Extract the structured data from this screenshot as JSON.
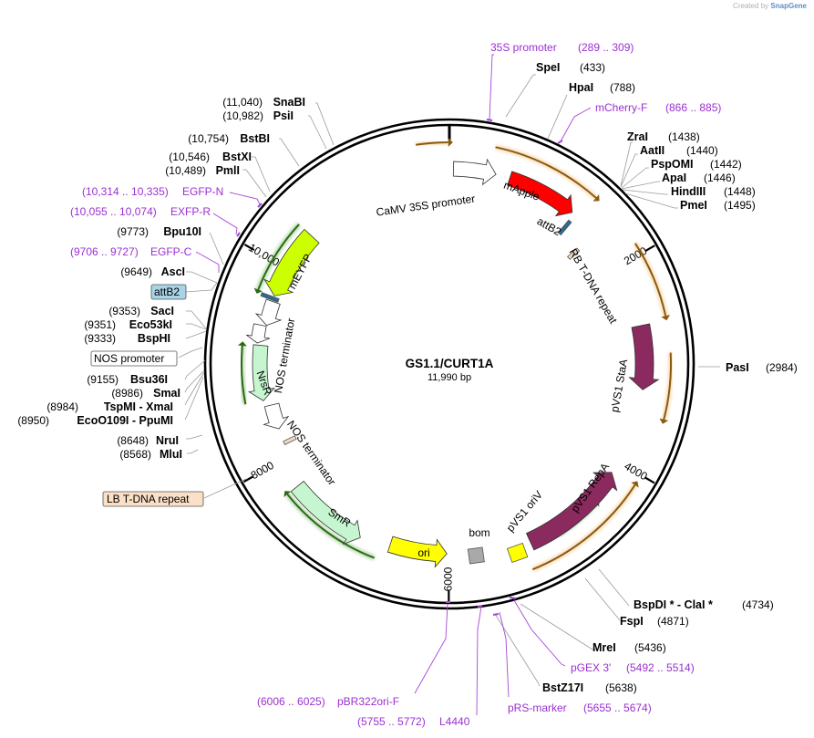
{
  "credit": {
    "prefix": "Created by",
    "brand": "SnapGene"
  },
  "plasmid": {
    "name": "GS1.1/CURT1A",
    "length": "11,990 bp",
    "total_bp": 11990
  },
  "ticks": [
    {
      "bp": 2000,
      "label": "2000"
    },
    {
      "bp": 4000,
      "label": "4000"
    },
    {
      "bp": 6000,
      "label": "6000"
    },
    {
      "bp": 8000,
      "label": "8000"
    },
    {
      "bp": 10000,
      "label": "10,000"
    }
  ],
  "features": [
    {
      "id": "mcherry-arrow",
      "name": "mApple",
      "start": 600,
      "end": 1300,
      "color": "#ff0000",
      "text_color": "#ffffff",
      "label_inside": true
    },
    {
      "id": "camv-35s",
      "name": "CaMV 35S promoter",
      "start": 40,
      "end": 460,
      "color": "#ffffff",
      "text_color": "#000000",
      "label_inside": false
    },
    {
      "id": "attb2-right",
      "name": "attB2",
      "start": 1320,
      "end": 1360,
      "color": "#2c6b8c",
      "text_color": "#000000",
      "label_inside": false
    },
    {
      "id": "rb-repeat",
      "name": "RB T-DNA repeat",
      "start": 1600,
      "end": 1625,
      "color": "#f6d8bd",
      "text_color": "#000000",
      "label_inside": false
    },
    {
      "id": "pvs1-staa",
      "name": "pVS1 StaA",
      "start": 2620,
      "end": 3250,
      "color": "#8b2a5f",
      "text_color": "#000000",
      "label_inside": false
    },
    {
      "id": "pvs1-repa",
      "name": "pVS1 RepA",
      "start": 4120,
      "end": 5180,
      "color": "#8b2a5f",
      "text_color": "#ffffff",
      "label_inside": true
    },
    {
      "id": "pvs1-oriv",
      "name": "pVS1 oriV",
      "start": 5240,
      "end": 5430,
      "color": "#ffff00",
      "text_color": "#000000",
      "label_inside": false
    },
    {
      "id": "bom",
      "name": "bom",
      "start": 5660,
      "end": 5800,
      "color": "#a9a9a9",
      "text_color": "#000000",
      "label_inside": false
    },
    {
      "id": "ori",
      "name": "ori",
      "start": 6020,
      "end": 6600,
      "color": "#ffff00",
      "text_color": "#000000",
      "label_inside": true
    },
    {
      "id": "smr",
      "name": "SmR",
      "start": 6900,
      "end": 7700,
      "color": "#c6f6cf",
      "text_color": "#000000",
      "label_inside": true
    },
    {
      "id": "lb-repeat",
      "name": "LB T-DNA repeat",
      "start": 8130,
      "end": 8155,
      "color": "#f6d8bd",
      "text_color": "#000000",
      "label_inside": false
    },
    {
      "id": "nos-term-2",
      "name": "NOS terminator",
      "start": 8300,
      "end": 8560,
      "color": "#ffffff",
      "text_color": "#000000",
      "label_inside": false
    },
    {
      "id": "nrsr",
      "name": "NrsR",
      "start": 8620,
      "end": 9180,
      "color": "#c6f6cf",
      "text_color": "#000000",
      "label_inside": true
    },
    {
      "id": "nos-promoter",
      "name": "NOS promoter",
      "start": 9200,
      "end": 9380,
      "color": "#ffffff",
      "text_color": "#000000",
      "label_inside": false
    },
    {
      "id": "nos-term-1",
      "name": "NOS terminator",
      "start": 9390,
      "end": 9640,
      "color": "#ffffff",
      "text_color": "#000000",
      "label_inside": false
    },
    {
      "id": "attb2-left",
      "name": "attB2",
      "start": 9650,
      "end": 9690,
      "color": "#2c6b8c",
      "text_color": "#000000",
      "label_inside": false
    },
    {
      "id": "meyfp",
      "name": "mEYFP",
      "start": 9700,
      "end": 10420,
      "color": "#ccff00",
      "text_color": "#000000",
      "label_inside": false
    }
  ],
  "site_labels": [
    {
      "name": "SpeI",
      "pos": "(433)",
      "primer": false
    },
    {
      "name": "HpaI",
      "pos": "(788)",
      "primer": false
    },
    {
      "name": "ZraI",
      "pos": "(1438)",
      "primer": false
    },
    {
      "name": "AatII",
      "pos": "(1440)",
      "primer": false
    },
    {
      "name": "PspOMI",
      "pos": "(1442)",
      "primer": false
    },
    {
      "name": "ApaI",
      "pos": "(1446)",
      "primer": false
    },
    {
      "name": "HindIII",
      "pos": "(1448)",
      "primer": false
    },
    {
      "name": "PmeI",
      "pos": "(1495)",
      "primer": false
    },
    {
      "name": "PasI",
      "pos": "(2984)",
      "primer": false
    },
    {
      "name": "BspDI * - ClaI *",
      "pos": "(4734)",
      "primer": false
    },
    {
      "name": "FspI",
      "pos": "(4871)",
      "primer": false
    },
    {
      "name": "MreI",
      "pos": "(5436)",
      "primer": false
    },
    {
      "name": "BstZ17I",
      "pos": "(5638)",
      "primer": false
    },
    {
      "name": "MluI",
      "pos": "(8568)",
      "primer": false
    },
    {
      "name": "NruI",
      "pos": "(8648)",
      "primer": false
    },
    {
      "name": "EcoO109I - PpuMI",
      "pos": "(8950)",
      "primer": false
    },
    {
      "name": "TspMI - XmaI",
      "pos": "(8984)",
      "primer": false
    },
    {
      "name": "SmaI",
      "pos": "(8986)",
      "primer": false
    },
    {
      "name": "Bsu36I",
      "pos": "(9155)",
      "primer": false
    },
    {
      "name": "BspHI",
      "pos": "(9333)",
      "primer": false
    },
    {
      "name": "Eco53kI",
      "pos": "(9351)",
      "primer": false
    },
    {
      "name": "SacI",
      "pos": "(9353)",
      "primer": false
    },
    {
      "name": "AscI",
      "pos": "(9649)",
      "primer": false
    },
    {
      "name": "Bpu10I",
      "pos": "(9773)",
      "primer": false
    },
    {
      "name": "PmlI",
      "pos": "(10,489)",
      "primer": false
    },
    {
      "name": "BstXI",
      "pos": "(10,546)",
      "primer": false
    },
    {
      "name": "BstBI",
      "pos": "(10,754)",
      "primer": false
    },
    {
      "name": "PsiI",
      "pos": "(10,982)",
      "primer": false
    },
    {
      "name": "SnaBI",
      "pos": "(11,040)",
      "primer": false
    }
  ],
  "primer_labels": [
    {
      "name": "35S promoter",
      "pos": "(289 .. 309)"
    },
    {
      "name": "mCherry-F",
      "pos": "(866 .. 885)"
    },
    {
      "name": "pGEX 3'",
      "pos": "(5492 .. 5514)"
    },
    {
      "name": "pRS-marker",
      "pos": "(5655 .. 5674)"
    },
    {
      "name": "L4440",
      "pos": "(5755 .. 5772)"
    },
    {
      "name": "pBR322ori-F",
      "pos": "(6006 .. 6025)"
    },
    {
      "name": "EGFP-C",
      "pos": "(9706 .. 9727)"
    },
    {
      "name": "EXFP-R",
      "pos": "(10,055 .. 10,074)"
    },
    {
      "name": "EGFP-N",
      "pos": "(10,314 .. 10,335)"
    }
  ],
  "boxed_labels": [
    {
      "name": "attB2",
      "fill": "#a8d4e6"
    },
    {
      "name": "NOS promoter",
      "fill": "#ffffff"
    },
    {
      "name": "LB T-DNA repeat",
      "fill": "#fbe0c8"
    }
  ],
  "colors": {
    "backbone": "#000000",
    "orange_arc": "#f0a33c",
    "green_arc": "#3f9a2c",
    "primer": "#9b2fd1"
  }
}
